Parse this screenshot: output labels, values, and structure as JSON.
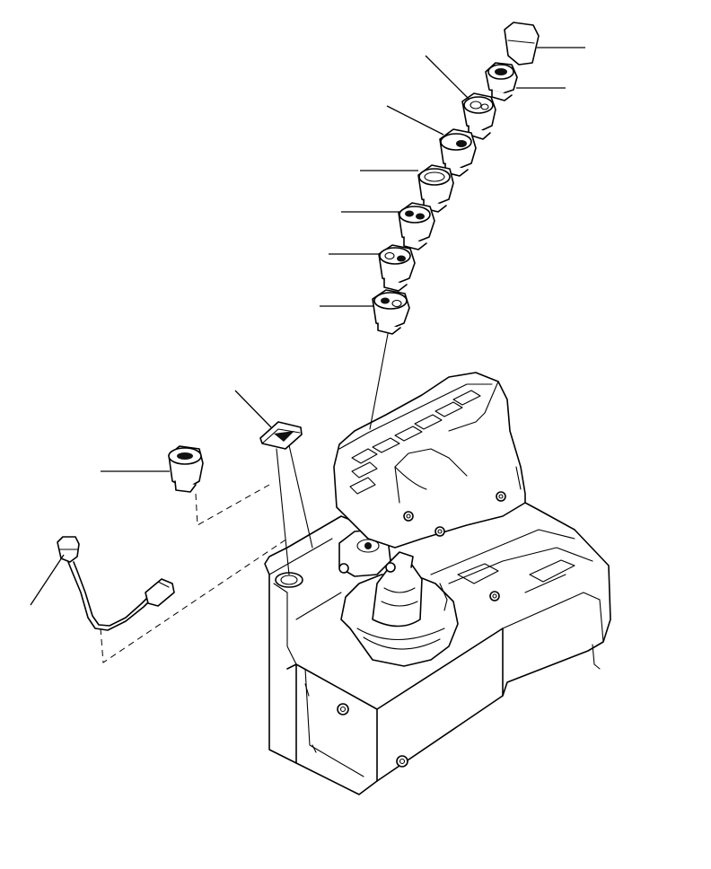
{
  "diagram": {
    "kind": "exploded-parts-illustration",
    "line_color": "#000000",
    "background": "#ffffff",
    "callouts": [
      {
        "id": "rocker-switch-cap"
      },
      {
        "id": "rocker-switch-a"
      },
      {
        "id": "rocker-switch-b"
      },
      {
        "id": "rocker-switch-c"
      },
      {
        "id": "rocker-switch-d"
      },
      {
        "id": "rocker-switch-e"
      },
      {
        "id": "rocker-switch-f"
      },
      {
        "id": "rocker-switch-g"
      },
      {
        "id": "rocker-switch-h"
      },
      {
        "id": "blank-plug"
      },
      {
        "id": "side-switch"
      },
      {
        "id": "push-button-harness"
      }
    ]
  }
}
